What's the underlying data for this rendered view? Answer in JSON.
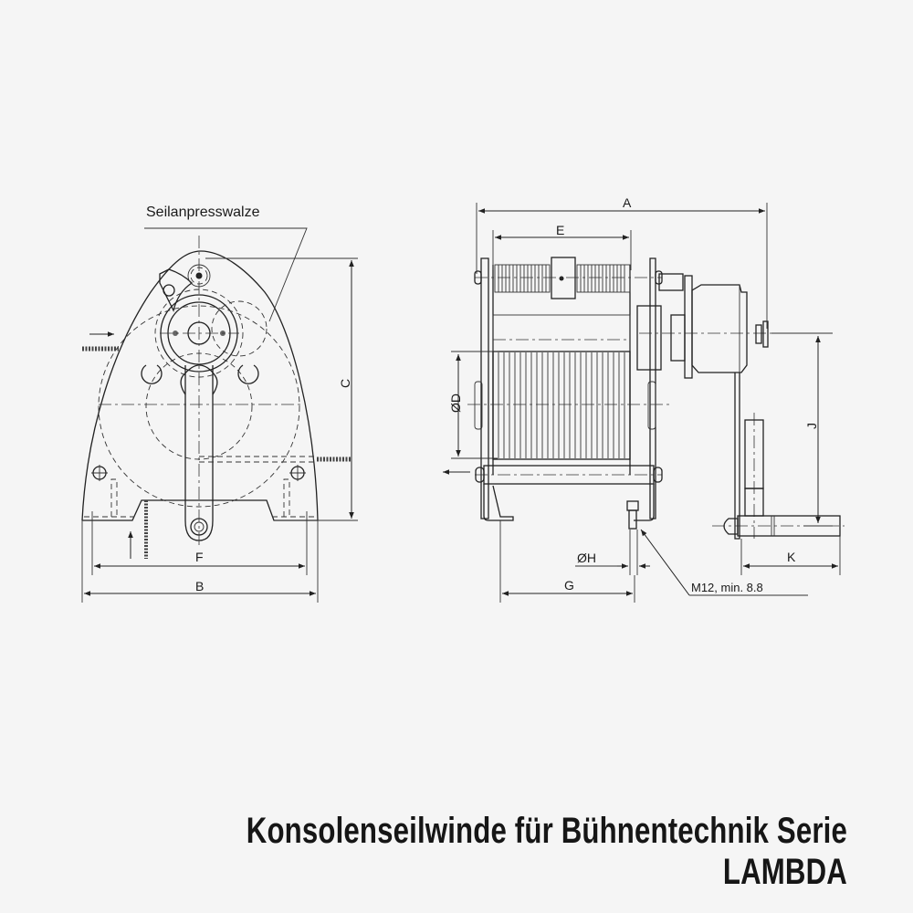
{
  "title": "Konsolenseilwinde für Bühnentechnik Serie LAMBDA",
  "front_view": {
    "callout_label": "Seilanpresswalze",
    "dimensions": {
      "B": "B",
      "C": "C",
      "F": "F"
    }
  },
  "side_view": {
    "dimensions": {
      "A": "A",
      "E": "E",
      "D": "ØD",
      "G": "G",
      "H": "ØH",
      "J": "J",
      "K": "K"
    },
    "bolt_note": "M12, min. 8.8"
  },
  "colors": {
    "background": "#f5f5f5",
    "line": "#222222",
    "text": "#161616"
  }
}
